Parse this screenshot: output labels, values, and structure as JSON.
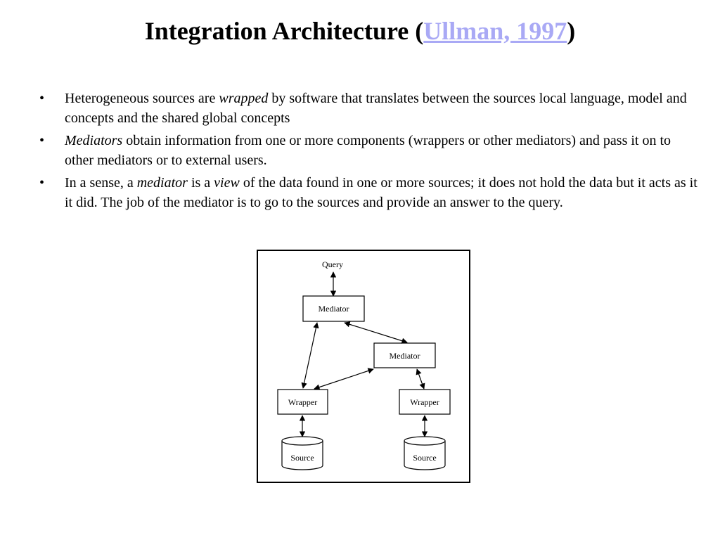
{
  "title": {
    "text": "Integration Architecture (",
    "link": "Ullman, 1997",
    "close": ")",
    "link_color": "#a9a9f5"
  },
  "bullets": [
    {
      "mark": "•",
      "parts": [
        {
          "text": "Heterogeneous sources are ",
          "italic": false
        },
        {
          "text": "wrapped",
          "italic": true
        },
        {
          "text": " by software that translates between the sources local language, model and concepts and the shared global concepts",
          "italic": false
        }
      ]
    },
    {
      "mark": "•",
      "parts": [
        {
          "text": "Mediators",
          "italic": true
        },
        {
          "text": " obtain information from one or more components (wrappers or other mediators) and pass it on to other mediators or to external users.",
          "italic": false
        }
      ]
    },
    {
      "mark": "•",
      "parts": [
        {
          "text": "In a sense, a ",
          "italic": false
        },
        {
          "text": "mediator",
          "italic": true
        },
        {
          "text": " is a ",
          "italic": false
        },
        {
          "text": "view",
          "italic": true
        },
        {
          "text": " of the data found in one or more sources; it does not hold the data but it acts as it it did. The job of the mediator is to go to the sources and provide an answer to the query.",
          "italic": false
        }
      ]
    }
  ],
  "diagram": {
    "query_label": "Query",
    "mediator_top_label": "Mediator",
    "mediator_right_label": "Mediator",
    "wrapper_left_label": "Wrapper",
    "wrapper_right_label": "Wrapper",
    "source_left_label": "Source",
    "source_right_label": "Source"
  }
}
